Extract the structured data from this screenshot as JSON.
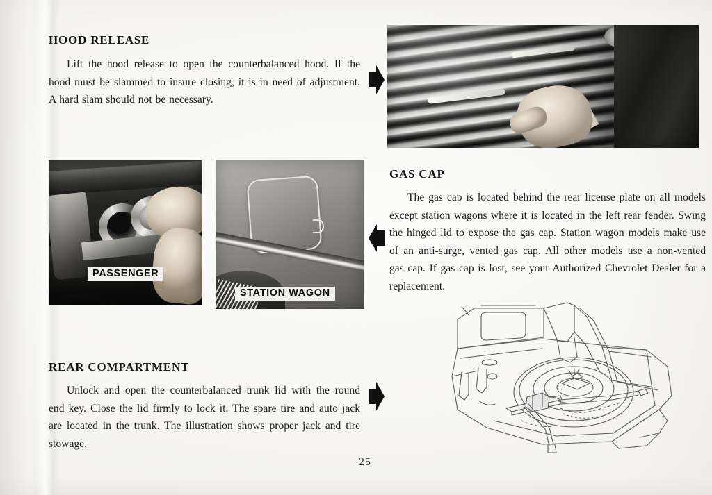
{
  "page": {
    "number": "25",
    "paper_color": "#f4f3ef",
    "ink_color": "#1a1a1a"
  },
  "sections": [
    {
      "id": "hood-release",
      "heading": "HOOD RELEASE",
      "body": "Lift the hood release to open the counterbalanced hood. If the hood must be slammed to insure closing, it is in need of adjustment. A hard slam should not be necessary."
    },
    {
      "id": "gas-cap",
      "heading": "GAS CAP",
      "body": "The gas cap is located behind the rear license plate on all models except station wagons where it is located in the left rear fender. Swing the hinged lid to expose the gas cap. Station wagon models make use of an anti-surge, vented gas cap. All other models use a non-vented gas cap. If gas cap is lost, see your Authorized Chevrolet Dealer for a replacement."
    },
    {
      "id": "rear-compartment",
      "heading": "REAR COMPARTMENT",
      "body": "Unlock and open the counterbalanced trunk lid with the round end key. Close the lid firmly to lock it. The spare tire and auto jack are located in the trunk. The illustration shows proper jack and tire stowage."
    }
  ],
  "figures": [
    {
      "id": "hood-release-photo",
      "kind": "photograph",
      "description": "Hand pulling the hood release behind the front grille",
      "caption": ""
    },
    {
      "id": "passenger-gas-cap-photo",
      "kind": "photograph",
      "description": "Hands removing the gas cap behind the rear license plate",
      "caption": "PASSENGER"
    },
    {
      "id": "station-wagon-gas-cap-photo",
      "kind": "photograph",
      "description": "Hinged gas filler lid on the left rear fender of a station wagon",
      "caption": "STATION WAGON"
    },
    {
      "id": "trunk-stowage-illustration",
      "kind": "line-drawing",
      "description": "Trunk compartment showing proper spare tire and jack stowage",
      "caption": ""
    }
  ],
  "arrows": [
    {
      "id": "arrow-to-hood-release-photo",
      "direction": "right"
    },
    {
      "id": "arrow-to-gas-cap-text",
      "direction": "left"
    },
    {
      "id": "arrow-to-trunk-illustration",
      "direction": "right"
    }
  ]
}
